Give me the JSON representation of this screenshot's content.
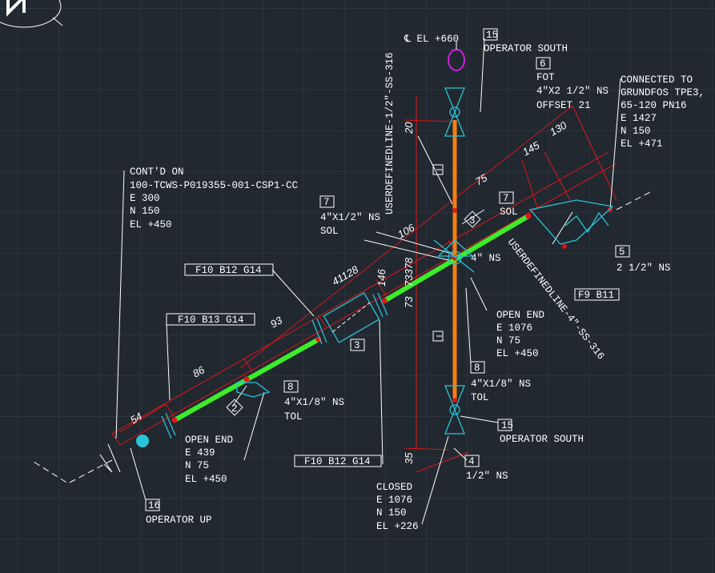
{
  "texts": {
    "cl_el": "℄ EL +660",
    "tag15_top": "15",
    "op_south_top": "OPERATOR SOUTH",
    "tag6": "6",
    "fot_1": "FOT",
    "fot_2": "4\"X2 1/2\" NS",
    "fot_3": "OFFSET 21",
    "conn_1": "CONNECTED TO",
    "conn_2": "GRUNDFOS TPE3,",
    "conn_3": "65-120 PN16",
    "conn_4": "E 1427",
    "conn_5": "N 150",
    "conn_6": "EL +471",
    "contd_1": "CONT'D ON",
    "contd_2": "100-TCWS-P019355-001-CSP1-CC",
    "contd_3": "E 300",
    "contd_4": "N 150",
    "contd_5": "EL +450",
    "tag7_left": "7",
    "sol_left_1": "4\"X1/2\" NS",
    "sol_left_2": "SOL",
    "tag7_right": "7",
    "sol_right": "SOL",
    "ns4": "4\" NS",
    "f10_b12_g14_top": "F10 B12 G14",
    "f10_b13_g14": "F10 B13 G14",
    "f10_b12_g14_bot": "F10 B12 G14",
    "f9_b11": "F9 B11",
    "tag5": "5",
    "ns_2half": "2 1/2\" NS",
    "tag3": "3",
    "tag3_diamond": "3",
    "tag2_diamond": "2",
    "open_end_r_1": "OPEN END",
    "open_end_r_2": "E 1076",
    "open_end_r_3": "N 75",
    "open_end_r_4": "EL +450",
    "tag8_right": "8",
    "tol_right_1": "4\"X1/8\" NS",
    "tol_right_2": "TOL",
    "tag8_left": "8",
    "tol_left_1": "4\"X1/8\" NS",
    "tol_left_2": "TOL",
    "tag15_bot": "15",
    "op_south_bot": "OPERATOR SOUTH",
    "open_end_l_1": "OPEN END",
    "open_end_l_2": "E 439",
    "open_end_l_3": "N 75",
    "open_end_l_4": "EL +450",
    "tag4": "4",
    "ns_half": "1/2\" NS",
    "closed_1": "CLOSED",
    "closed_2": "E 1076",
    "closed_3": "N 150",
    "closed_4": "EL +226",
    "tag16": "16",
    "op_up": "OPERATOR UP",
    "userline_vert": "USERDEFINEDLINE-1/2\"-SS-316",
    "userline_diag": "USERDEFINEDLINE-4\"-SS-316",
    "dim_20": "20",
    "dim_75": "75",
    "dim_145": "145",
    "dim_130": "130",
    "dim_106": "106",
    "dim_41128": "41128",
    "dim_146": "146",
    "dim_73378": "73378",
    "dim_73": "73",
    "dim_93": "93",
    "dim_86": "86",
    "dim_54": "54",
    "dim_35": "35"
  },
  "colors": {
    "main_pipe": "#3ded2a",
    "branch_pipe": "#f57f13",
    "dimension": "#e01616",
    "fitting": "#29c4d6",
    "gasket": "#d01fe0"
  }
}
